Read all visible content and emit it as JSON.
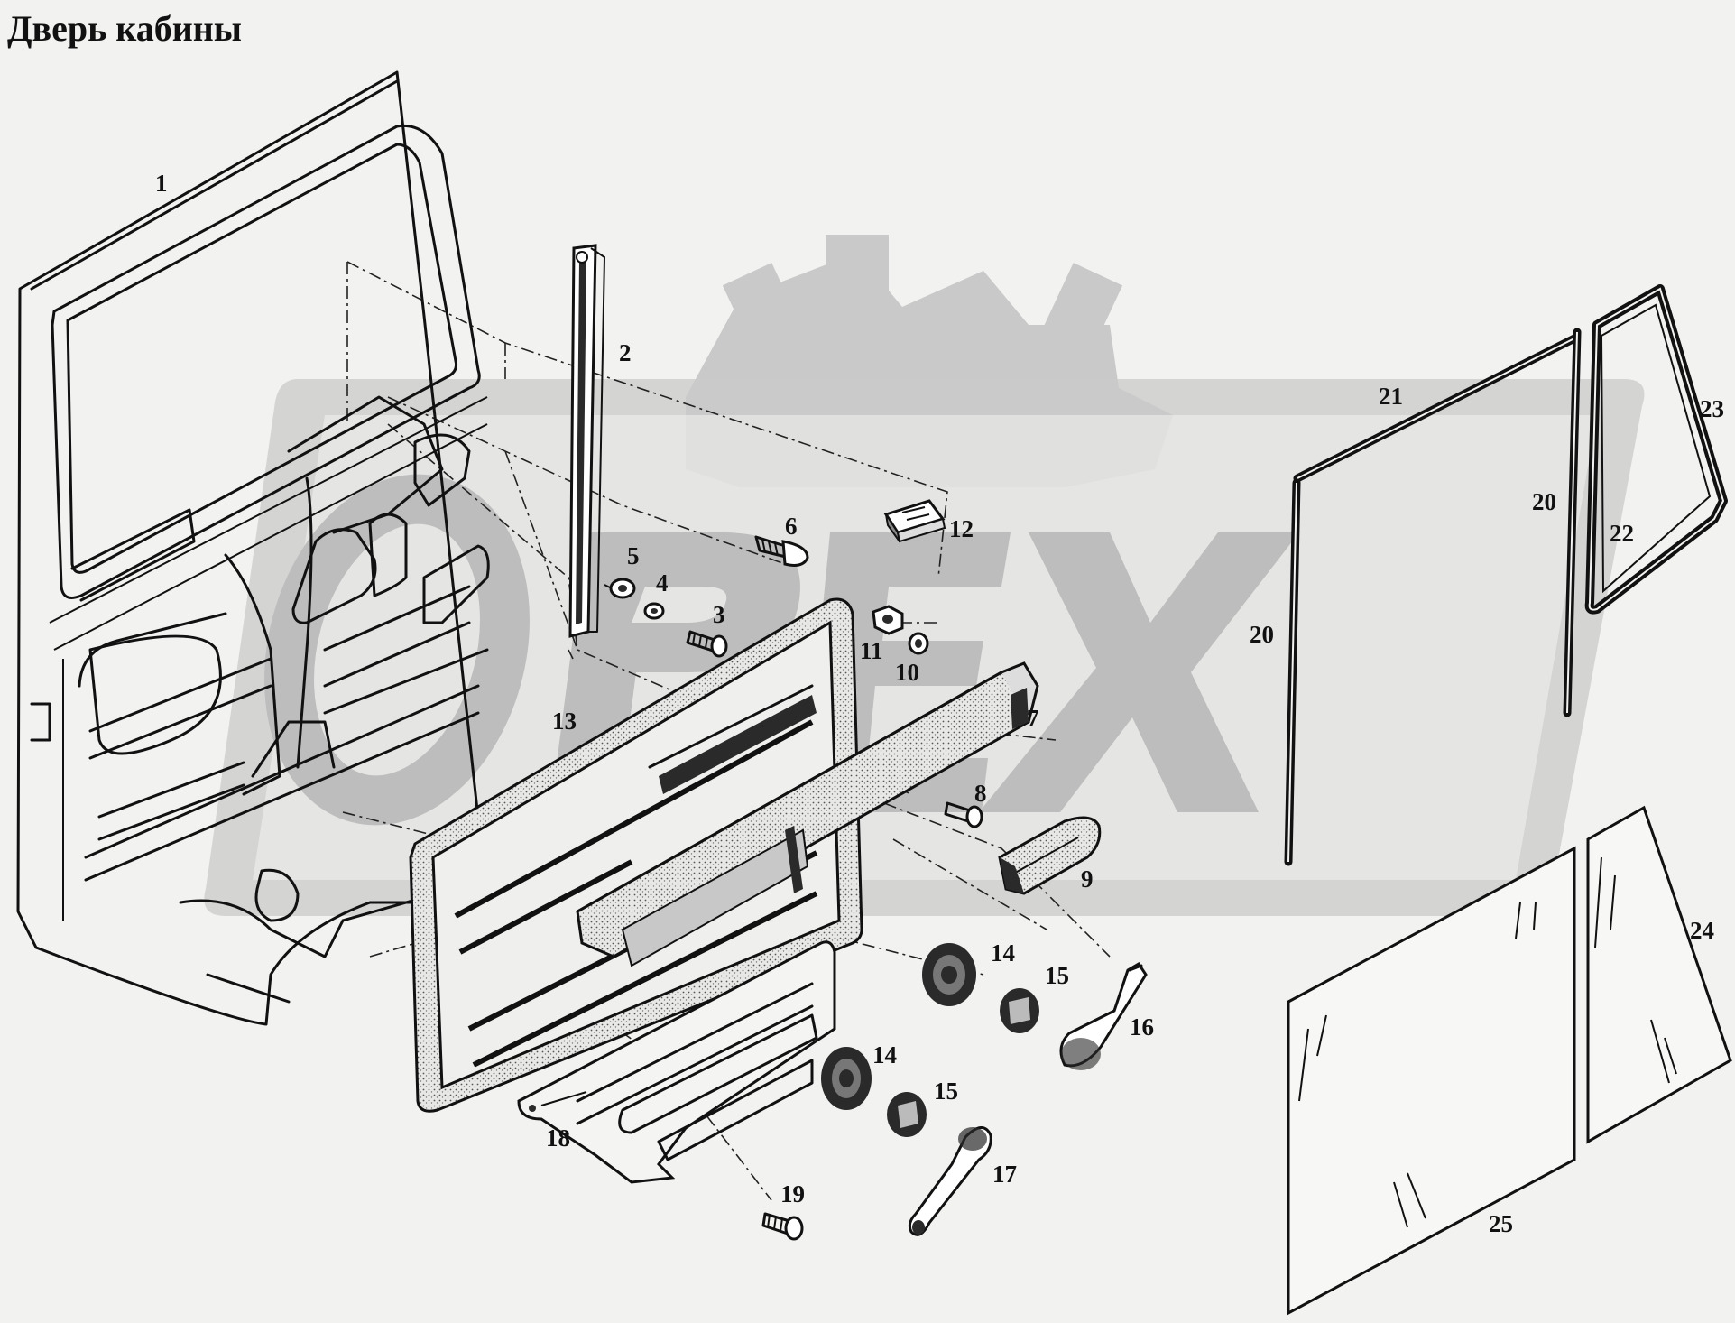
{
  "title": "Дверь кабины",
  "watermark": {
    "text": "OPEX",
    "color": "#c9c9c9"
  },
  "callouts": [
    {
      "id": "c1",
      "label": "1"
    },
    {
      "id": "c2",
      "label": "2"
    },
    {
      "id": "c3",
      "label": "3"
    },
    {
      "id": "c4",
      "label": "4"
    },
    {
      "id": "c5",
      "label": "5"
    },
    {
      "id": "c6",
      "label": "6"
    },
    {
      "id": "c7",
      "label": "7"
    },
    {
      "id": "c8",
      "label": "8"
    },
    {
      "id": "c9",
      "label": "9"
    },
    {
      "id": "c10",
      "label": "10"
    },
    {
      "id": "c11",
      "label": "11"
    },
    {
      "id": "c12",
      "label": "12"
    },
    {
      "id": "c13",
      "label": "13"
    },
    {
      "id": "c14a",
      "label": "14"
    },
    {
      "id": "c14b",
      "label": "14"
    },
    {
      "id": "c15a",
      "label": "15"
    },
    {
      "id": "c15b",
      "label": "15"
    },
    {
      "id": "c16",
      "label": "16"
    },
    {
      "id": "c17",
      "label": "17"
    },
    {
      "id": "c18",
      "label": "18"
    },
    {
      "id": "c19",
      "label": "19"
    },
    {
      "id": "c20a",
      "label": "20"
    },
    {
      "id": "c20b",
      "label": "20"
    },
    {
      "id": "c21",
      "label": "21"
    },
    {
      "id": "c22",
      "label": "22"
    },
    {
      "id": "c23",
      "label": "23"
    },
    {
      "id": "c24",
      "label": "24"
    },
    {
      "id": "c25",
      "label": "25"
    }
  ]
}
